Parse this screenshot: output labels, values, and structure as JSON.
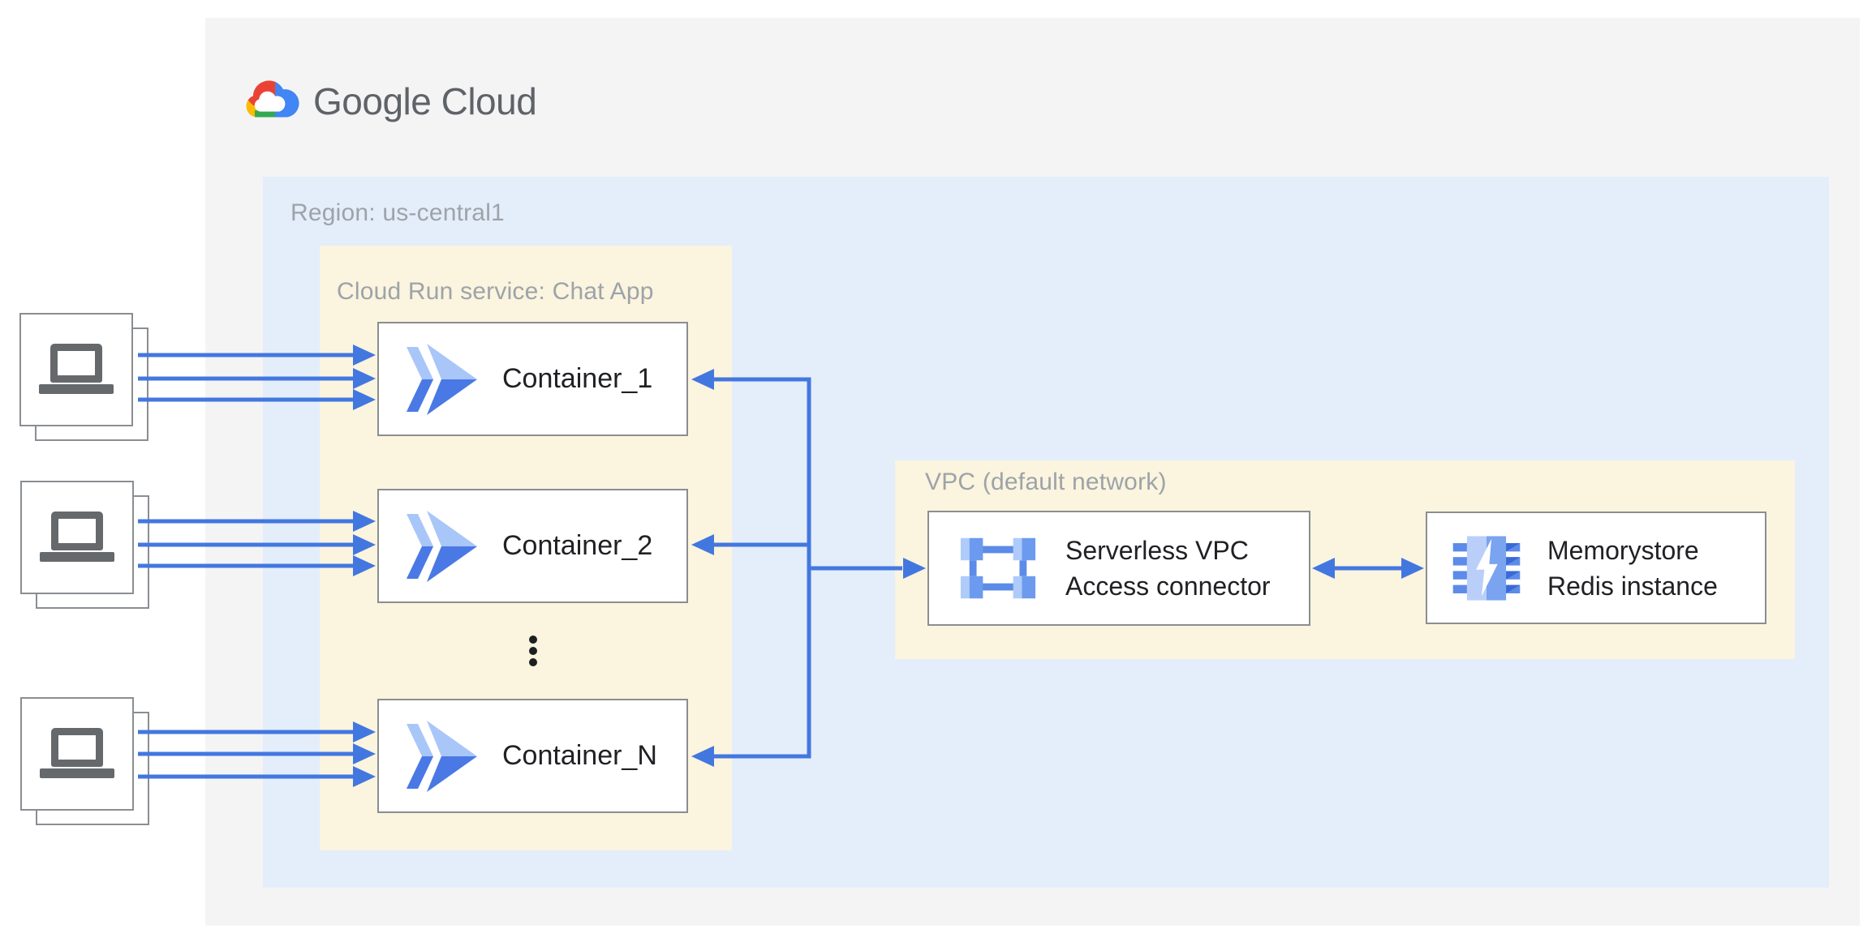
{
  "brand": {
    "logo_text": "Google Cloud"
  },
  "region": {
    "label": "Region: us-central1"
  },
  "cloud_run": {
    "label": "Cloud Run service: Chat App",
    "containers": [
      "Container_1",
      "Container_2",
      "Container_N"
    ],
    "more_indicator": "⋮"
  },
  "vpc": {
    "label": "VPC (default network)",
    "connector": {
      "name_line1": "Serverless VPC",
      "name_line2": "Access connector"
    },
    "memorystore": {
      "name_line1": "Memorystore",
      "name_line2": "Redis instance"
    }
  },
  "clients": {
    "count": 3,
    "icon": "laptop-icon"
  },
  "connections": [
    {
      "from": "client-devices",
      "to": "cloud-run-containers",
      "style": "three-parallel-arrows",
      "direction": "right"
    },
    {
      "from": "cloud-run-containers",
      "to": "serverless-vpc-access-connector",
      "style": "trunk",
      "direction": "both"
    },
    {
      "from": "serverless-vpc-access-connector",
      "to": "memorystore-redis-instance",
      "style": "double-headed",
      "direction": "both"
    }
  ],
  "colors": {
    "outer_bg": "#F4F4F5",
    "region_bg": "#E3EEFA",
    "zone_bg": "#FBF4DE",
    "arrow_blue": "#4377E0",
    "label_gray": "#9DA3A9",
    "text_dark": "#202124",
    "logo_gray": "#5F6368",
    "icon_light_blue": "#AECBFA",
    "icon_medium_blue": "#6C9AEE",
    "icon_bar_blue": "#5C8BE8",
    "icon_dark_blue": "#4A79E5",
    "google_red": "#EA4335",
    "google_yellow": "#FBBC04",
    "google_green": "#34A853",
    "google_blue": "#4285F4"
  }
}
